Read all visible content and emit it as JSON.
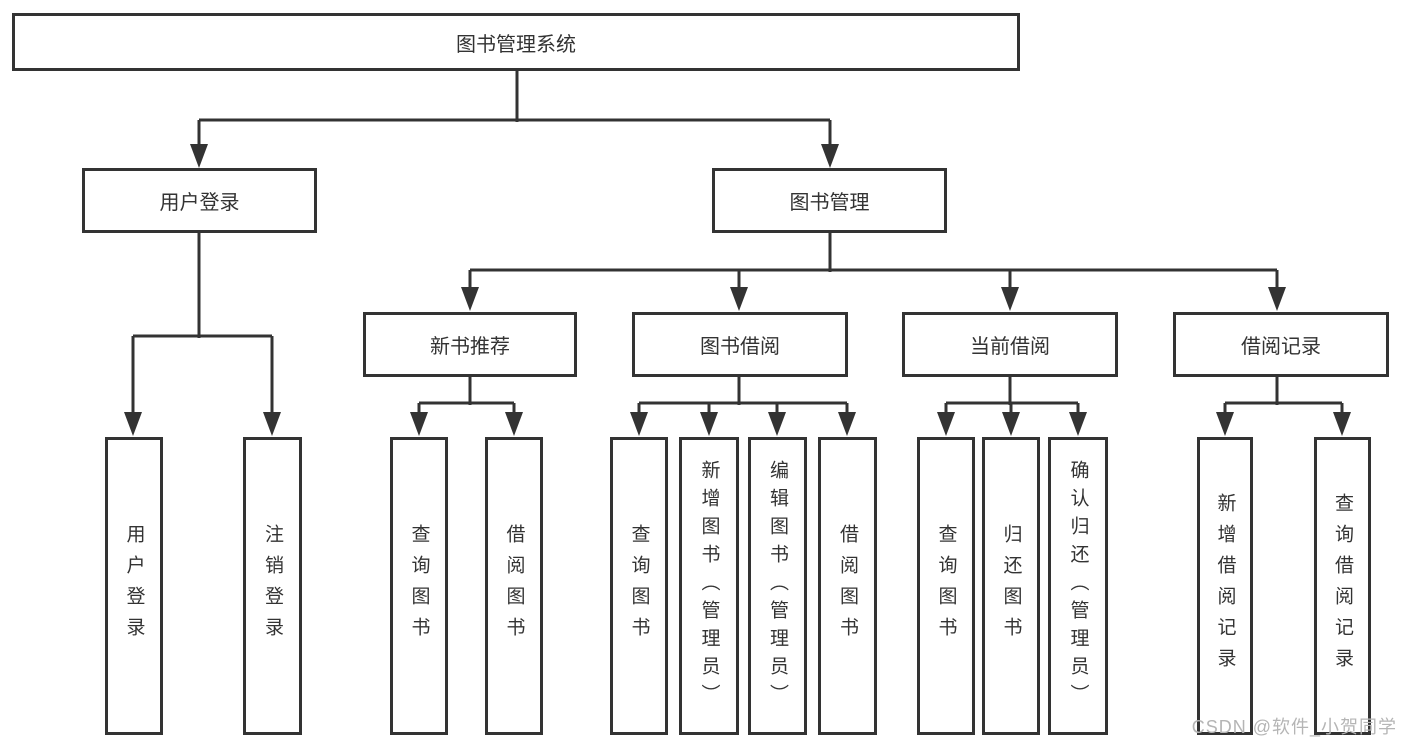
{
  "diagram": {
    "root": {
      "label": "图书管理系统",
      "children": [
        {
          "label": "用户登录",
          "children": [
            {
              "label": "用户登录"
            },
            {
              "label": "注销登录"
            }
          ]
        },
        {
          "label": "图书管理",
          "children": [
            {
              "label": "新书推荐",
              "children": [
                {
                  "label": "查询图书"
                },
                {
                  "label": "借阅图书"
                }
              ]
            },
            {
              "label": "图书借阅",
              "children": [
                {
                  "label": "查询图书"
                },
                {
                  "label": "新增图书（管理员）"
                },
                {
                  "label": "编辑图书（管理员）"
                },
                {
                  "label": "借阅图书"
                }
              ]
            },
            {
              "label": "当前借阅",
              "children": [
                {
                  "label": "查询图书"
                },
                {
                  "label": "归还图书"
                },
                {
                  "label": "确认归还（管理员）"
                }
              ]
            },
            {
              "label": "借阅记录",
              "children": [
                {
                  "label": "新增借阅记录"
                },
                {
                  "label": "查询借阅记录"
                }
              ]
            }
          ]
        }
      ]
    }
  },
  "watermark": {
    "text": "CSDN @软件_小贺同学"
  },
  "colors": {
    "line": "#333333",
    "box_border": "#333333",
    "box_background": "#ffffff",
    "text": "#333333",
    "watermark": "#b5b5b5",
    "page_background": "#ffffff"
  }
}
